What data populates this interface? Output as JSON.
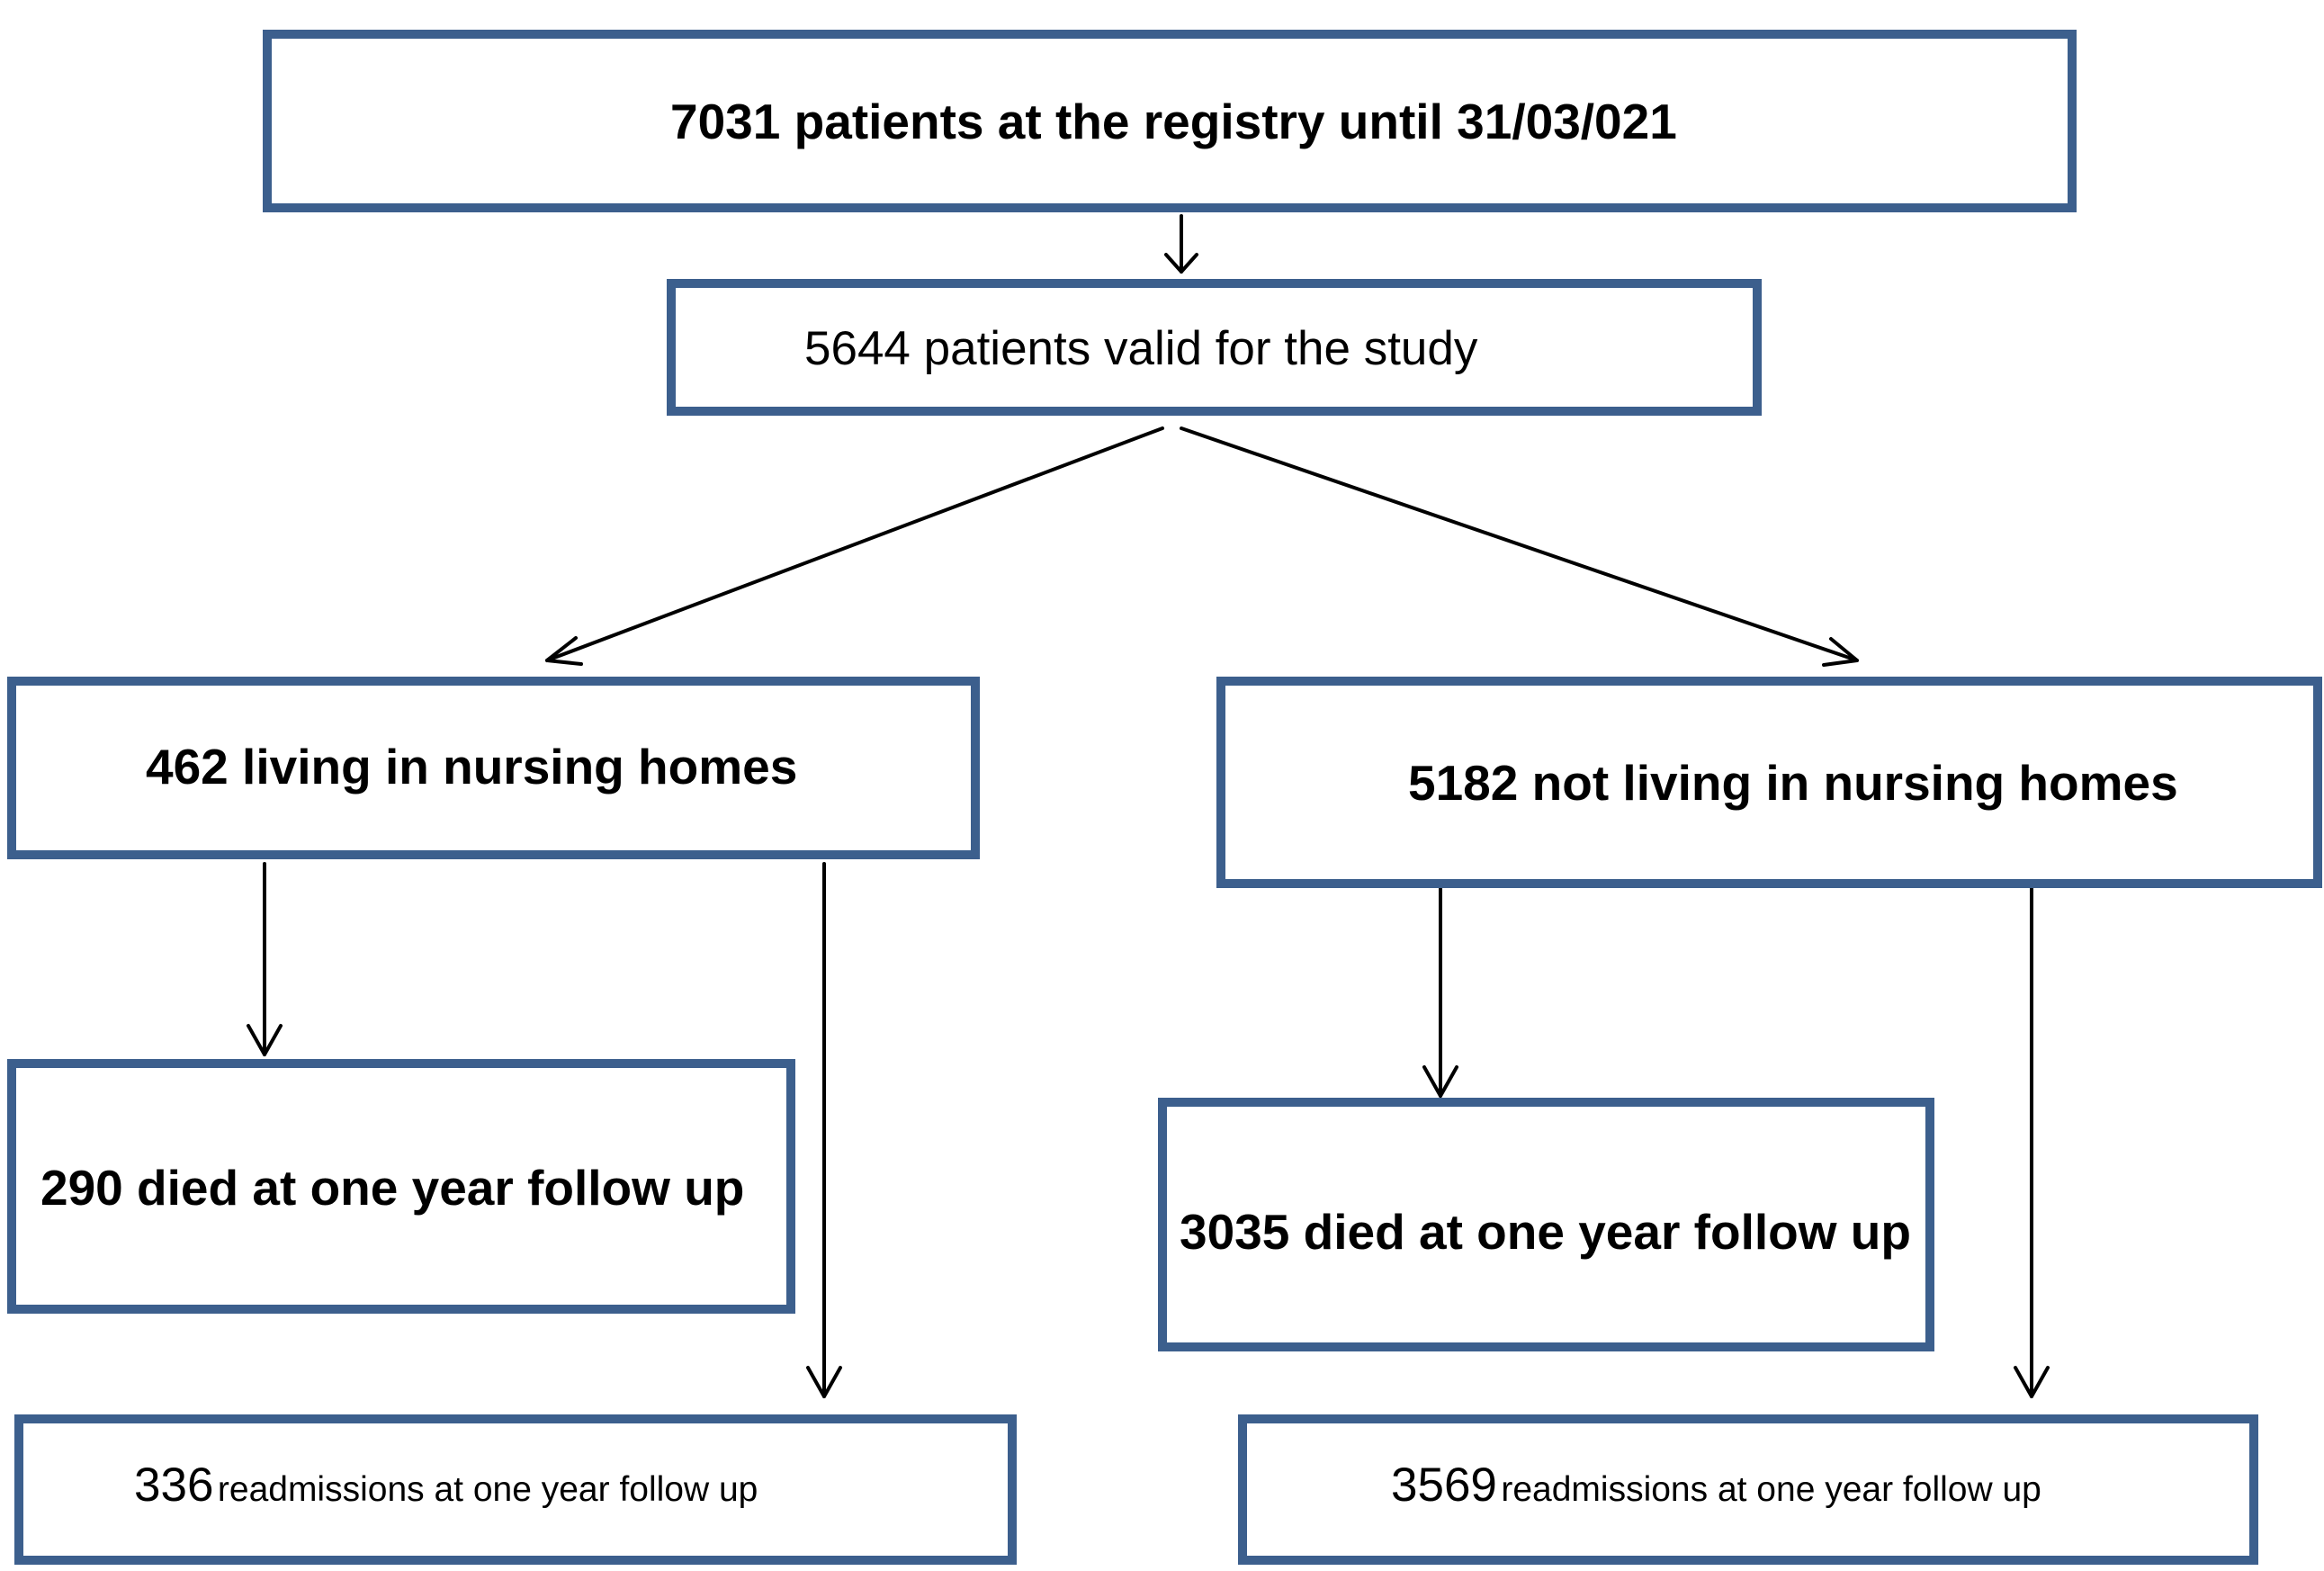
{
  "flowchart": {
    "registry": {
      "text": "7031 patients at the registry until 31/03/021"
    },
    "valid": {
      "text": "5644 patients valid for the study"
    },
    "nursing": {
      "text": "462 living in nursing homes"
    },
    "not_nursing": {
      "text": "5182 not living in nursing homes"
    },
    "nursing_died": {
      "text": "290 died at one year follow up"
    },
    "not_nursing_died": {
      "text": "3035 died at one year follow up"
    },
    "nursing_readmissions": {
      "count": "336",
      "text": "readmissions at one year follow up"
    },
    "not_nursing_readmissions": {
      "count": "3569",
      "text": "readmissions at one year follow up"
    }
  },
  "colors": {
    "box_border": "#3c5f8d",
    "arrow": "#000000"
  }
}
